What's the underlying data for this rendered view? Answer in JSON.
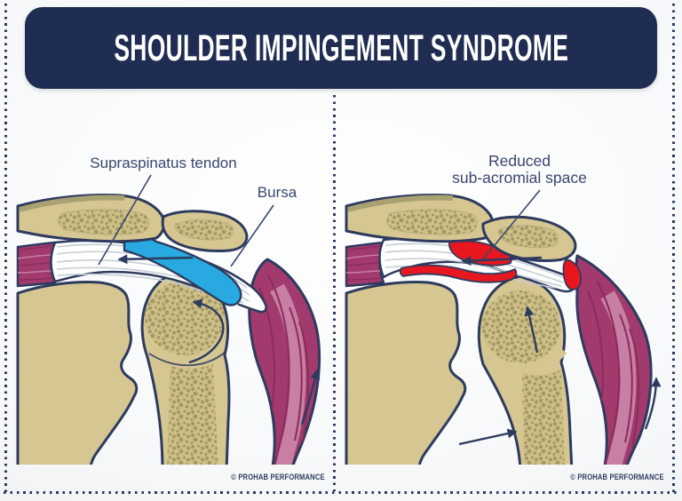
{
  "title": "SHOULDER IMPINGEMENT SYNDROME",
  "left": {
    "label_supraspinatus": "Supraspinatus tendon",
    "label_bursa": "Bursa",
    "watermark": "© PROHAB PERFORMANCE"
  },
  "right": {
    "label_line1": "Reduced",
    "label_line2": "sub-acromial space",
    "watermark": "© PROHAB PERFORMANCE"
  },
  "colors": {
    "banner_navy": "#1f2d52",
    "outline_navy": "#2d3b5e",
    "label_navy": "#39466e",
    "bone_tan": "#d6c692",
    "bone_speckle": "#a29869",
    "bone_shadow_olive": "#a9a172",
    "muscle_magenta": "#a23a6d",
    "muscle_dark": "#8a2c5c",
    "muscle_light": "#c77fa4",
    "tendon_white": "#ffffff",
    "tendon_striation": "#c6cdd5",
    "bursa_blue": "#29a9e1",
    "bursa_inflamed_red": "#e8171f"
  }
}
